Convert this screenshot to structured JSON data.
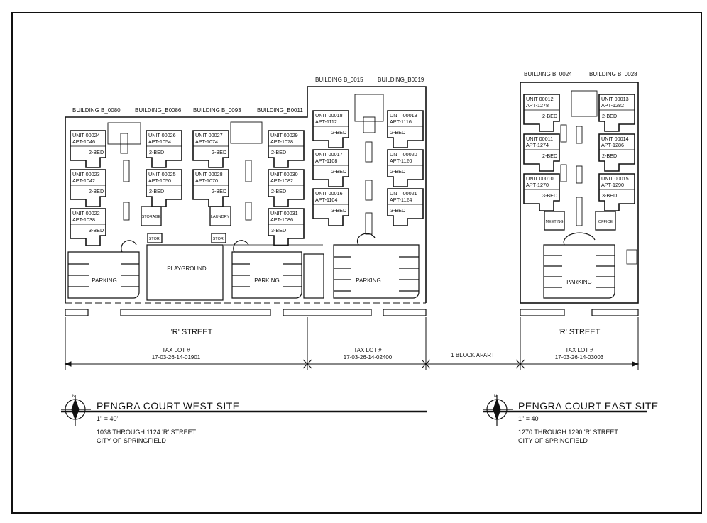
{
  "buildings": {
    "b0080": "BUILDING B_0080",
    "b0086": "BUILDING_B0086",
    "b0093": "BUILDING B_0093",
    "b0011": "BUILDING_B0011",
    "b0015": "BUILDING B_0015",
    "b0019": "BUILDING_B0019",
    "b0024": "BUILDING B_0024",
    "b0028": "BUILDING B_0028"
  },
  "units": [
    {
      "id": "u24",
      "unit": "UNIT 00024",
      "apt": "APT-1046",
      "beds": "2-BED"
    },
    {
      "id": "u23",
      "unit": "UNIT 00023",
      "apt": "APT-1042",
      "beds": "2-BED"
    },
    {
      "id": "u22",
      "unit": "UNIT 00022",
      "apt": "APT-1038",
      "beds": "3-BED"
    },
    {
      "id": "u26",
      "unit": "UNIT 00026",
      "apt": "APT-1054",
      "beds": "2-BED"
    },
    {
      "id": "u25",
      "unit": "UNIT 00025",
      "apt": "APT-1050",
      "beds": "2-BED"
    },
    {
      "id": "u27",
      "unit": "UNIT 00027",
      "apt": "APT-1074",
      "beds": "2-BED"
    },
    {
      "id": "u28",
      "unit": "UNIT 00028",
      "apt": "APT-1070",
      "beds": "2-BED"
    },
    {
      "id": "u29",
      "unit": "UNIT 00029",
      "apt": "APT-1078",
      "beds": "2-BED"
    },
    {
      "id": "u30",
      "unit": "UNIT 00030",
      "apt": "APT-1082",
      "beds": "2-BED"
    },
    {
      "id": "u31",
      "unit": "UNIT 00031",
      "apt": "APT-1086",
      "beds": "3-BED"
    },
    {
      "id": "u18",
      "unit": "UNIT 00018",
      "apt": "APT-1112",
      "beds": "2-BED"
    },
    {
      "id": "u17",
      "unit": "UNIT 00017",
      "apt": "APT-1108",
      "beds": "2-BED"
    },
    {
      "id": "u16",
      "unit": "UNIT 00016",
      "apt": "APT-1104",
      "beds": "3-BED"
    },
    {
      "id": "u19",
      "unit": "UNIT 00019",
      "apt": "APT-1116",
      "beds": "2-BED"
    },
    {
      "id": "u20",
      "unit": "UNIT 00020",
      "apt": "APT-1120",
      "beds": "2-BED"
    },
    {
      "id": "u21",
      "unit": "UNIT 00021",
      "apt": "APT-1124",
      "beds": "3-BED"
    },
    {
      "id": "u12",
      "unit": "UNIT 00012",
      "apt": "APT-1278",
      "beds": "2-BED"
    },
    {
      "id": "u11",
      "unit": "UNIT 00011",
      "apt": "APT-1274",
      "beds": "2-BED"
    },
    {
      "id": "u10",
      "unit": "UNIT 00010",
      "apt": "APT-1270",
      "beds": "3-BED"
    },
    {
      "id": "u13",
      "unit": "UNIT 00013",
      "apt": "APT-1282",
      "beds": "2-BED"
    },
    {
      "id": "u14",
      "unit": "UNIT 00014",
      "apt": "APT-1286",
      "beds": "2-BED"
    },
    {
      "id": "u15",
      "unit": "UNIT 00015",
      "apt": "APT-1290",
      "beds": "3-BED"
    }
  ],
  "rooms": {
    "storage": "STORAGE",
    "laundry": "LAUNDRY",
    "stor": "STOR.",
    "playground": "PLAYGROUND",
    "parking": "PARKING",
    "meeting": "MEETING",
    "office": "OFFICE"
  },
  "street": "'R' STREET",
  "tax_lots": {
    "label": "TAX LOT #",
    "west": "17-03-26-14-01901",
    "middle": "17-03-26-14-02400",
    "east": "17-03-26-14-03003"
  },
  "block_apart": "1 BLOCK APART",
  "north_label": "N",
  "west_site": {
    "title": "PENGRA COURT WEST SITE",
    "scale": "1\" = 40'",
    "address": "1038 THROUGH 1124 'R' STREET",
    "city": "CITY OF SPRINGFIELD"
  },
  "east_site": {
    "title": "PENGRA COURT EAST SITE",
    "scale": "1\" = 40'",
    "address": "1270 THROUGH 1290 'R' STREET",
    "city": "CITY OF SPRINGFIELD"
  }
}
